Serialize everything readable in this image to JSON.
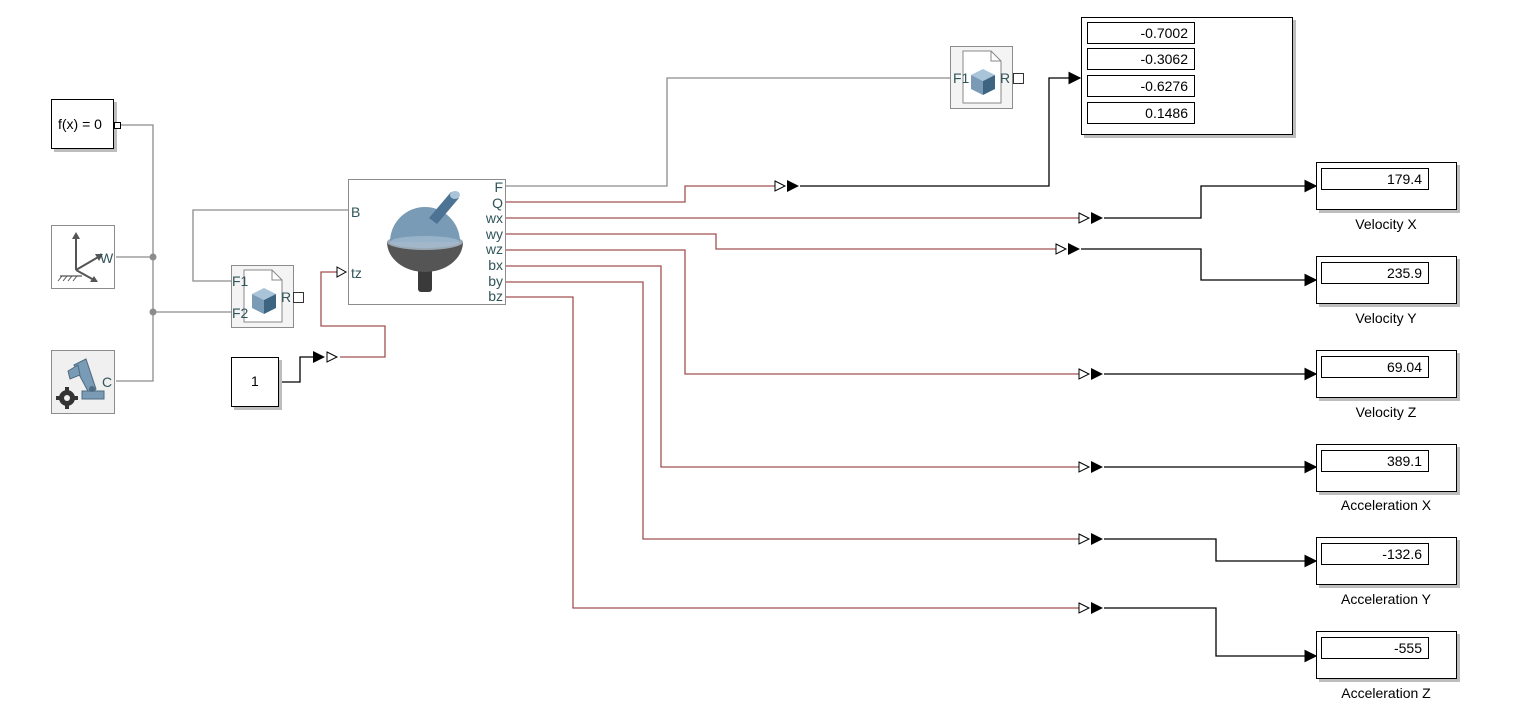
{
  "solver": {
    "label": "f(x) = 0"
  },
  "world_frame": {
    "port": "W"
  },
  "mech_config": {
    "port": "C"
  },
  "transform_sensor_main": {
    "ports": [
      "F1",
      "F2",
      "R"
    ]
  },
  "transform_sensor_top": {
    "ports": [
      "F1",
      "R"
    ]
  },
  "gimbal_joint": {
    "input_ports": [
      "B",
      "tz"
    ],
    "output_ports": [
      "F",
      "Q",
      "wx",
      "wy",
      "wz",
      "bx",
      "by",
      "bz"
    ]
  },
  "constant": {
    "value": "1"
  },
  "quaternion_display": {
    "values": [
      "-0.7002",
      "-0.3062",
      "-0.6276",
      "0.1486"
    ]
  },
  "displays": [
    {
      "value": "179.4",
      "label": "Velocity X"
    },
    {
      "value": "235.9",
      "label": "Velocity Y"
    },
    {
      "value": "69.04",
      "label": "Velocity Z"
    },
    {
      "value": "389.1",
      "label": "Acceleration X"
    },
    {
      "value": "-132.6",
      "label": "Acceleration Y"
    },
    {
      "value": "-555",
      "label": "Acceleration Z"
    }
  ],
  "colors": {
    "physical_line": "#8c8c8c",
    "signal_line": "#a05050",
    "output_line": "#000000",
    "port_text": "#30555a",
    "joint_body": "#7a9bb5"
  }
}
